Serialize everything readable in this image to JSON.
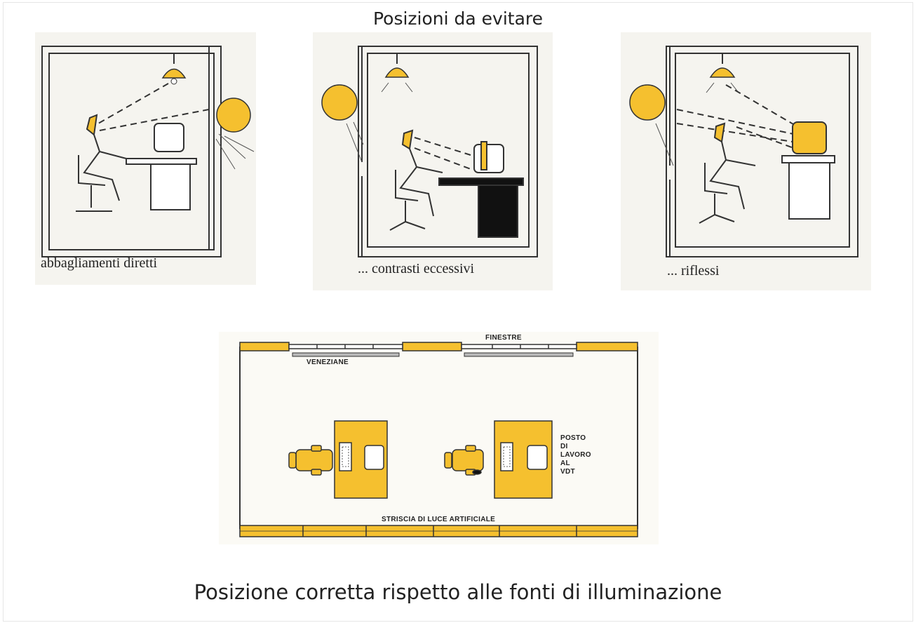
{
  "titles": {
    "top": "Posizioni da evitare",
    "bottom": "Posizione corretta rispetto alle fonti di illuminazione"
  },
  "panels": [
    {
      "caption": "abbagliamenti diretti"
    },
    {
      "caption": "... contrasti eccessivi"
    },
    {
      "caption": "... riflessi"
    }
  ],
  "plan": {
    "windows_label": "FINESTRE",
    "blinds_label": "VENEZIANE",
    "workstation_label": [
      "POSTO",
      "DI",
      "LAVORO",
      "AL",
      "VDT"
    ],
    "light_strip_label": "STRISCIA DI LUCE ARTIFICIALE"
  },
  "colors": {
    "accent_yellow": "#f5c02f",
    "line": "#333333",
    "paper": "#f5f4ef"
  }
}
